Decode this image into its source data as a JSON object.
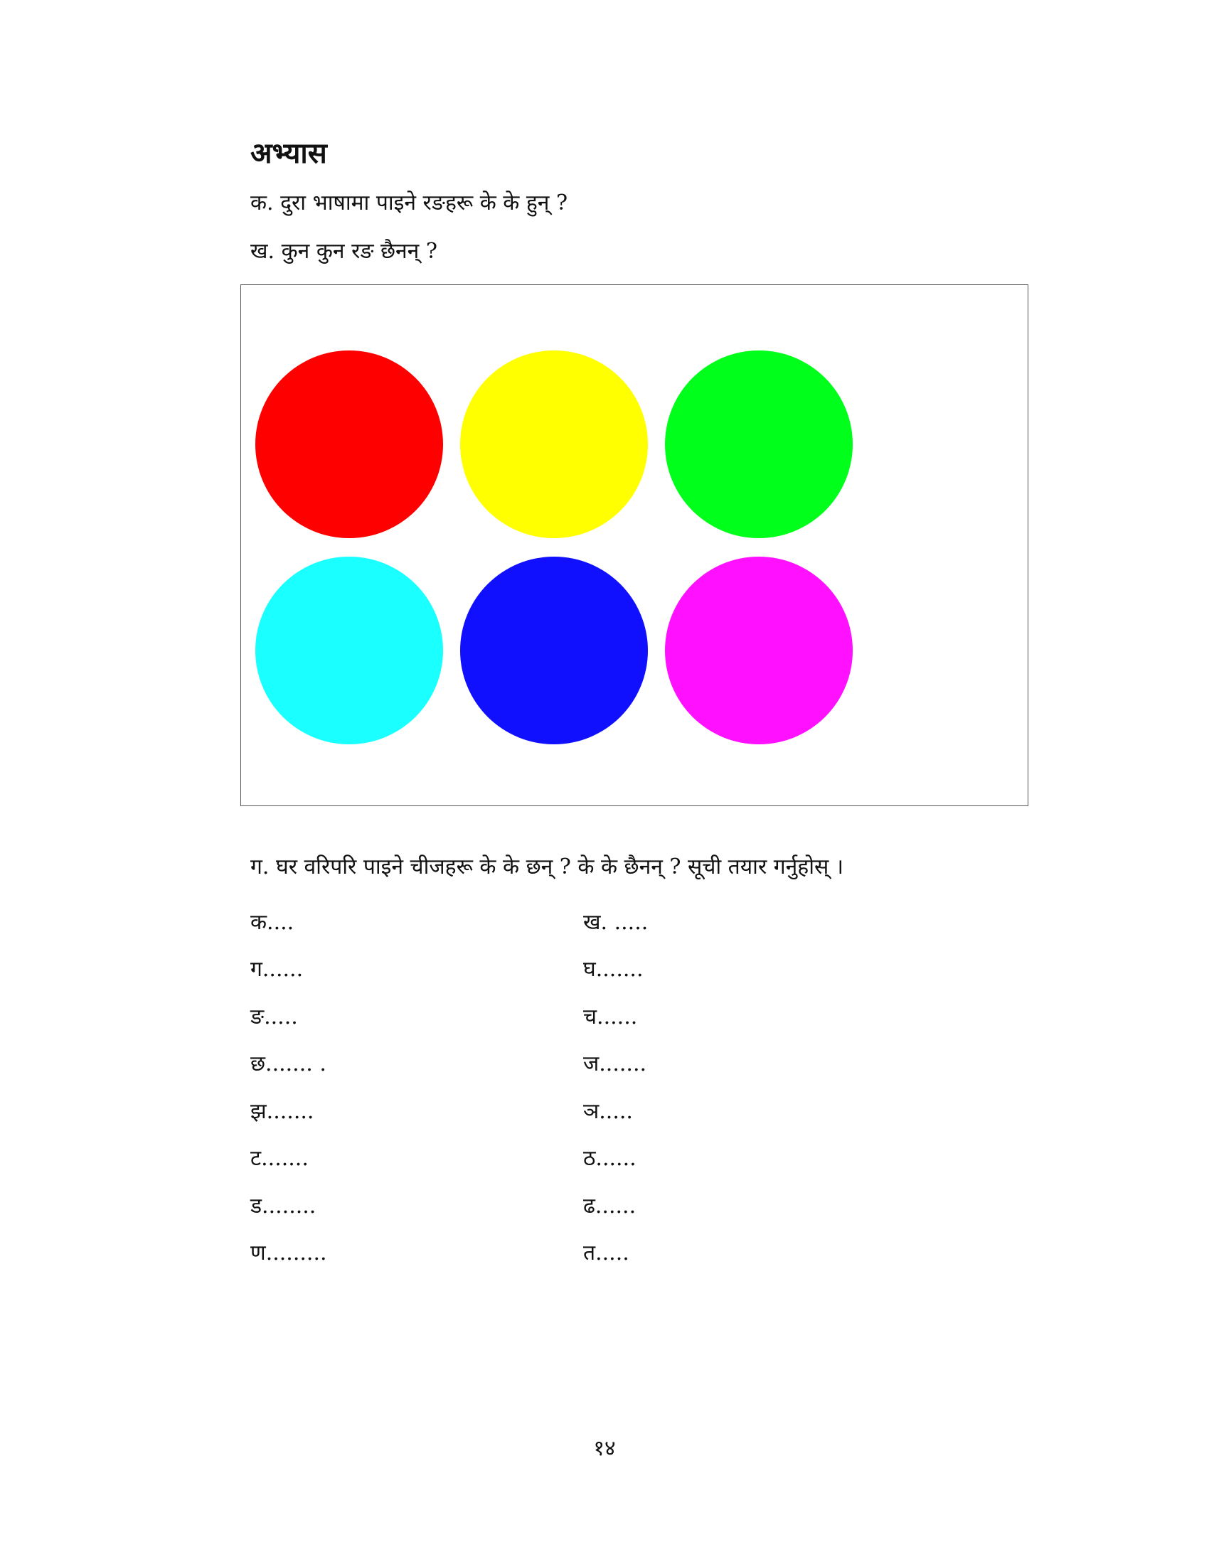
{
  "title": "अभ्यास",
  "questions": {
    "q1": "क. दुरा भाषामा पाइने रङहरू के के हुन् ?",
    "q2": "ख. कुन कुन रङ छैनन् ?",
    "q3": "ग. घर वरिपरि पाइने चीजहरू के के छन् ? के के छैनन् ? सूची तयार गर्नुहोस् ।"
  },
  "colors": [
    "#ff0000",
    "#ffff00",
    "#00ff1a",
    "#1affff",
    "#1010ff",
    "#ff10ff"
  ],
  "list": {
    "left": [
      "क....",
      "ग......",
      "ङ.....",
      "छ.......      .",
      "झ.......",
      "ट.......",
      "ड........",
      "ण........."
    ],
    "right": [
      "ख. .....",
      "घ.......",
      "च......",
      "ज.......",
      "ञ.....",
      "ठ......",
      "ढ......",
      "त....."
    ]
  },
  "page_number": "१४"
}
